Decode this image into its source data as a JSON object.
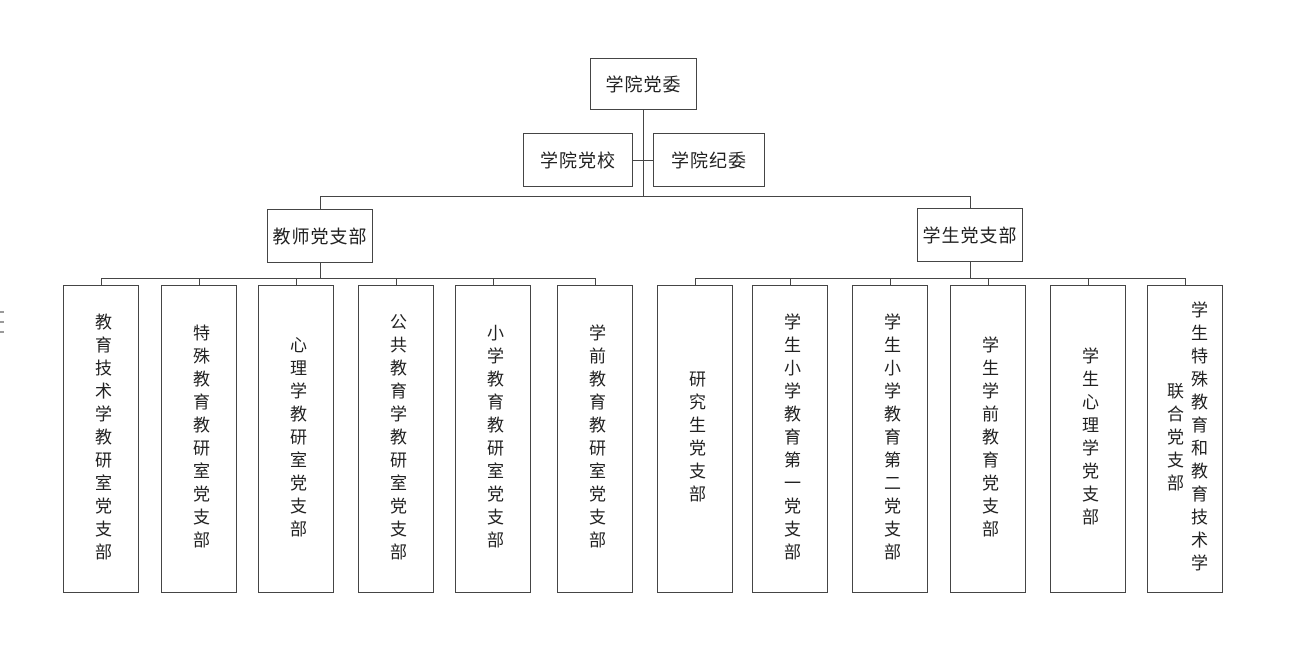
{
  "canvas": {
    "background": "#ffffff",
    "line_color": "#454545",
    "box_border_color": "#454545",
    "text_color": "#222222"
  },
  "chart": {
    "type": "org-chart",
    "root": {
      "label": "学院党委"
    },
    "level2": [
      {
        "label": "学院党校"
      },
      {
        "label": "学院纪委"
      }
    ],
    "branches": [
      {
        "label": "教师党支部",
        "children": [
          "教育技术学教研室党支部",
          "特殊教育教研室党支部",
          "心理学教研室党支部",
          "公共教育学教研室党支部",
          "小学教育教研室党支部",
          "学前教育教研室党支部"
        ]
      },
      {
        "label": "学生党支部",
        "children": [
          "研究生党支部",
          "学生小学教育第一党支部",
          "学生小学教育第二党支部",
          "学生学前教育党支部",
          "学生心理学党支部",
          "学生特殊教育和教育技术学\n联合党支部"
        ]
      }
    ]
  }
}
